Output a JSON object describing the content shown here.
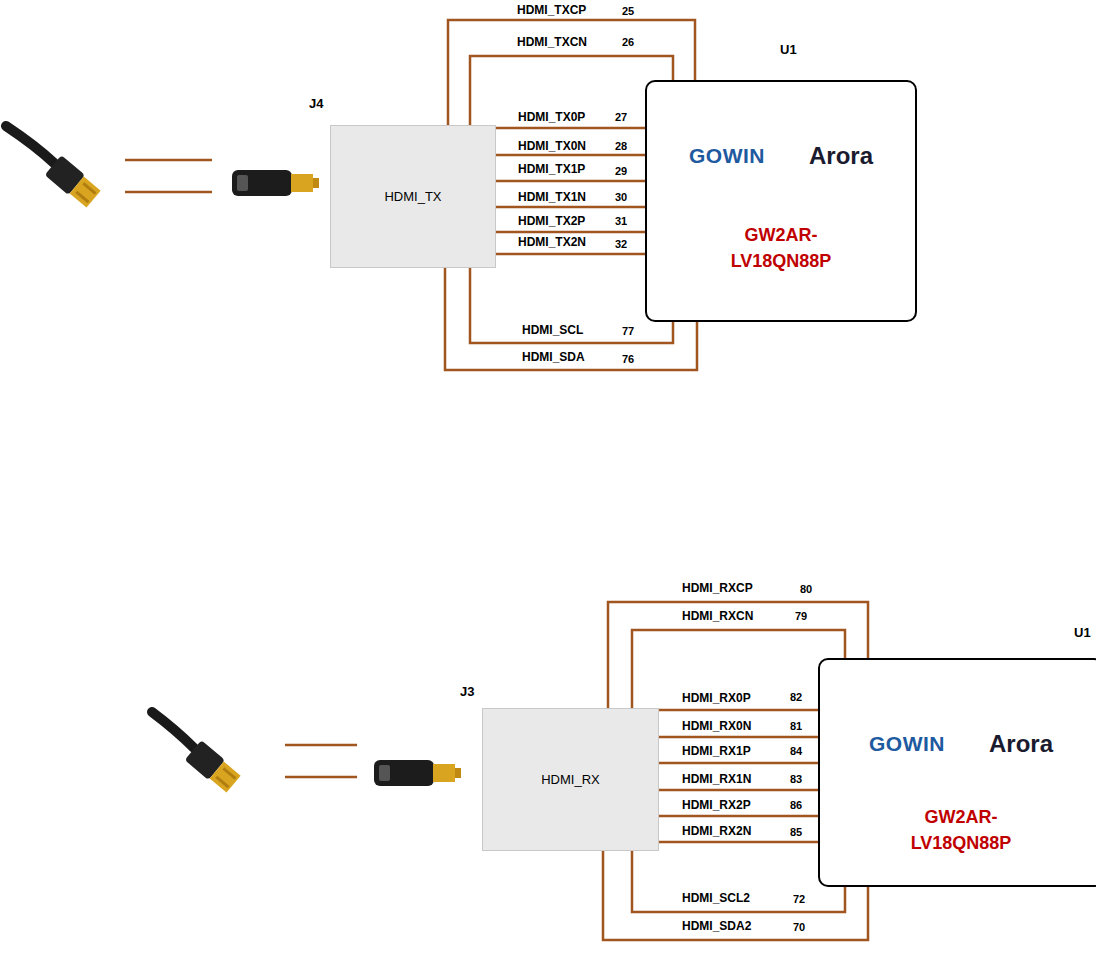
{
  "diagram": {
    "nodes": [
      {
        "text": [
          "J4",
          "HDMI_TX"
        ]
      },
      {
        "text": [
          "U1",
          "GOWIN",
          "Arora",
          "GW2AR- LV18QN88P"
        ]
      },
      {
        "text": [
          "J3",
          "HDMI_RX"
        ]
      },
      {
        "text": [
          "U1",
          "GOWIN",
          "Arora",
          "GW2AR- LV18QN88P"
        ]
      }
    ],
    "edges": [
      {
        "from": 0,
        "to": 1,
        "label": "HDMI_TXCP",
        "arrow": "none"
      },
      {
        "from": 0,
        "to": 1,
        "label": "HDMI_TXCN",
        "arrow": "none"
      },
      {
        "from": 0,
        "to": 1,
        "label": "HDMI_TX0P",
        "arrow": "none"
      },
      {
        "from": 0,
        "to": 1,
        "label": "HDMI_TX0N",
        "arrow": "none"
      },
      {
        "from": 0,
        "to": 1,
        "label": "HDMI_TX1P",
        "arrow": "none"
      },
      {
        "from": 0,
        "to": 1,
        "label": "HDMI_TX1N",
        "arrow": "none"
      },
      {
        "from": 0,
        "to": 1,
        "label": "HDMI_TX2P",
        "arrow": "none"
      },
      {
        "from": 0,
        "to": 1,
        "label": "HDMI_TX2N",
        "arrow": "none"
      },
      {
        "from": 0,
        "to": 1,
        "label": "HDMI_SCL",
        "arrow": "none"
      },
      {
        "from": 0,
        "to": 1,
        "label": "HDMI_SDA",
        "arrow": "none"
      },
      {
        "from": 2,
        "to": 3,
        "label": "HDMI_RXCP",
        "arrow": "none"
      },
      {
        "from": 2,
        "to": 3,
        "label": "HDMI_RXCN",
        "arrow": "none"
      },
      {
        "from": 2,
        "to": 3,
        "label": "HDMI_RX0P",
        "arrow": "none"
      },
      {
        "from": 2,
        "to": 3,
        "label": "HDMI_RX0N",
        "arrow": "none"
      },
      {
        "from": 2,
        "to": 3,
        "label": "HDMI_RX1P",
        "arrow": "none"
      },
      {
        "from": 2,
        "to": 3,
        "label": "HDMI_RX1N",
        "arrow": "none"
      },
      {
        "from": 2,
        "to": 3,
        "label": "HDMI_RX2P",
        "arrow": "none"
      },
      {
        "from": 2,
        "to": 3,
        "label": "HDMI_RX2N",
        "arrow": "none"
      },
      {
        "from": 2,
        "to": 3,
        "label": "HDMI_SCL2",
        "arrow": "none"
      },
      {
        "from": 2,
        "to": 3,
        "label": "HDMI_SDA2",
        "arrow": "none"
      }
    ],
    "labels": [
      "25",
      "26",
      "27",
      "28",
      "29",
      "30",
      "31",
      "32",
      "77",
      "76",
      "80",
      "79",
      "82",
      "81",
      "84",
      "83",
      "86",
      "85",
      "72",
      "70"
    ]
  }
}
